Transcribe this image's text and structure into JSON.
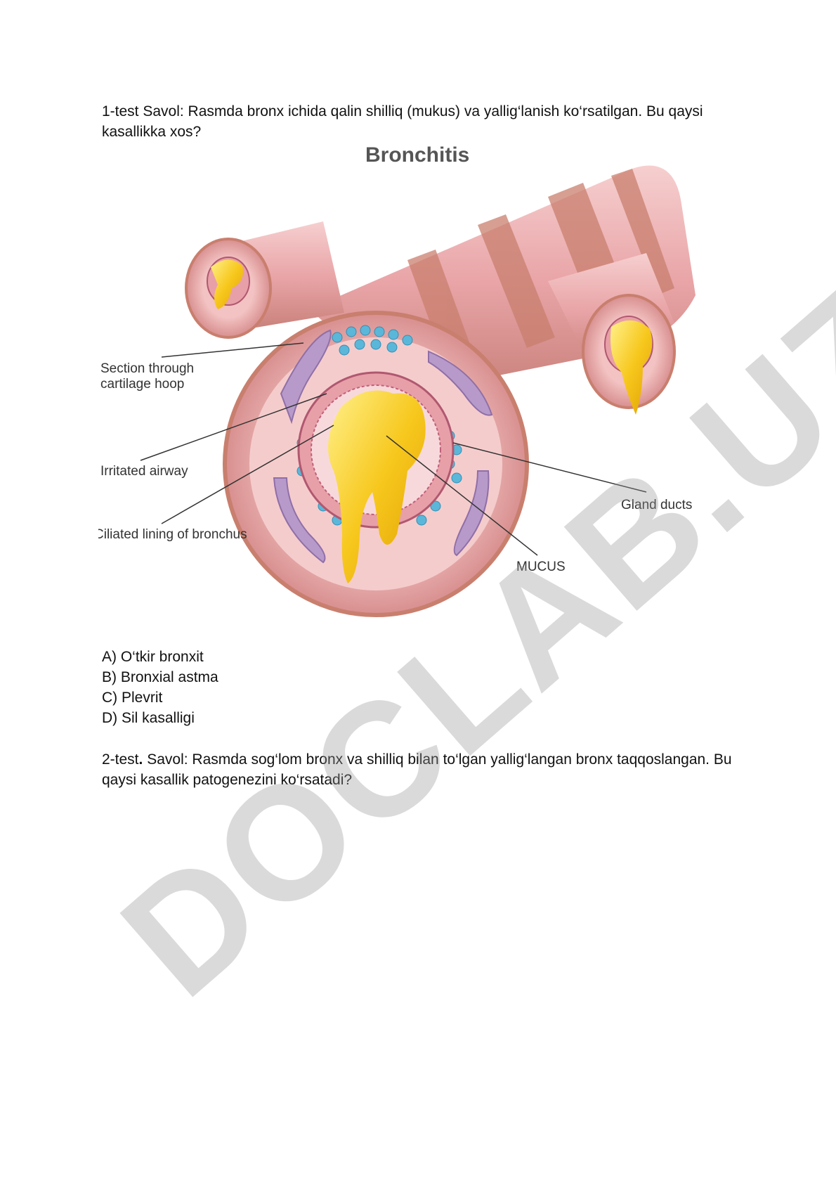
{
  "question1": {
    "text": "1-test Savol: Rasmda bronx ichida qalin shilliq (mukus) va yallig‘lanish ko‘rsatilgan. Bu qaysi kasallikka xos?"
  },
  "figure": {
    "title": "Bronchitis",
    "labels": {
      "cartilage_line1": "Section through",
      "cartilage_line2": "cartilage hoop",
      "irritated": "Irritated airway",
      "ciliated": "Ciliated lining of bronchus",
      "gland": "Gland ducts",
      "mucus": "MUCUS"
    },
    "colors": {
      "tissue": "#e9a5a8",
      "tissue_dark": "#c97f6e",
      "mucus": "#f7c81e",
      "gland": "#5bb7d9",
      "cartilage": "#b79ac9"
    }
  },
  "options": [
    "A) O‘tkir bronxit",
    "B) Bronxial astma",
    "C) Plevrit",
    "D) Sil kasalligi"
  ],
  "question2": {
    "prefix": "2-test",
    "dot": ".",
    "text": " Savol: Rasmda sog‘lom bronx va shilliq bilan to‘lgan yallig‘langan bronx taqqoslangan. Bu qaysi kasallik patogenezini ko‘rsatadi?"
  },
  "watermark": "DOCLAB.UZ"
}
